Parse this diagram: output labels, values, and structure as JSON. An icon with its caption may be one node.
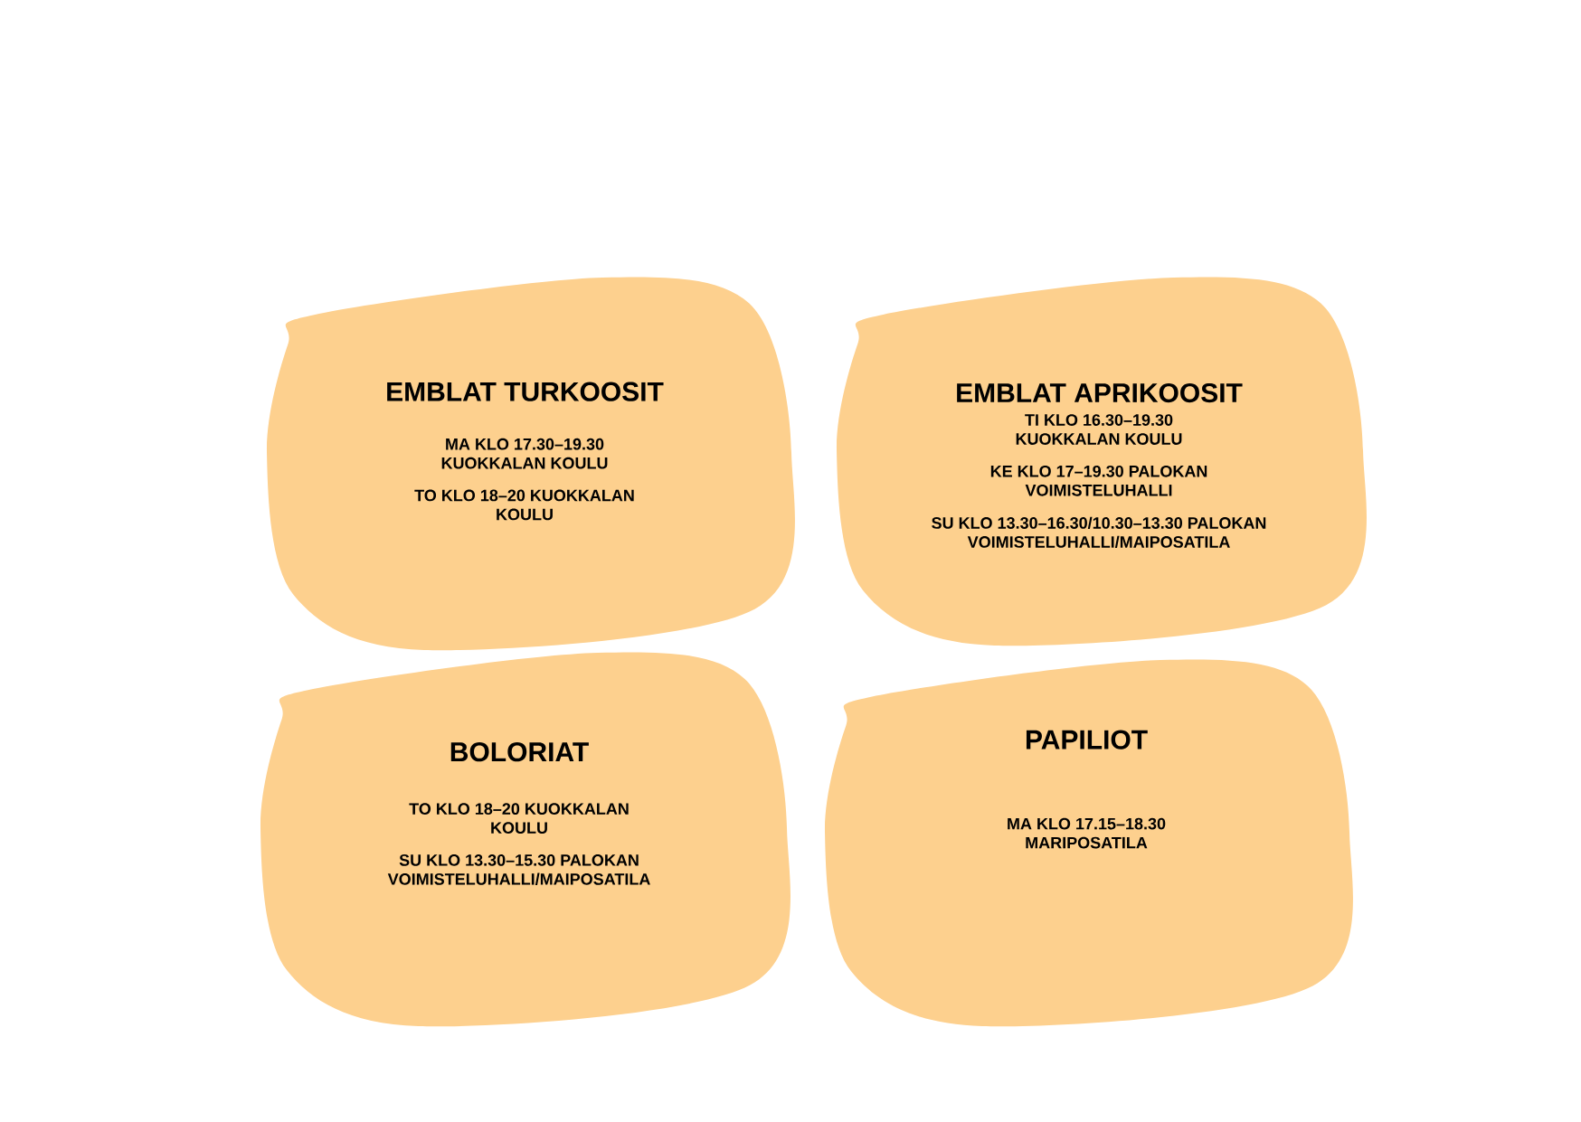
{
  "diagram": {
    "nodes": [
      {
        "text": [
          "EMBLAT TURKOOSIT",
          "MA KLO 17.30–19.30 KUOKKALAN KOULU",
          "TO KLO 18–20 KUOKKALAN KOULU"
        ]
      },
      {
        "text": [
          "EMBLAT APRIKOOSIT",
          "TI KLO 16.30–19.30 KUOKKALAN KOULU",
          "KE KLO 17–19.30 PALOKAN VOIMISTELUHALLI",
          "SU KLO 13.30–16.30/10.30–13.30 PALOKAN VOIMISTELUHALLI/MAIPOSATILA"
        ]
      },
      {
        "text": [
          "BOLORIAT",
          "TO KLO 18–20 KUOKKALAN KOULU",
          "SU KLO 13.30–15.30 PALOKAN VOIMISTELUHALLI/MAIPOSATILA"
        ]
      },
      {
        "text": [
          "PAPILIOT",
          "MA KLO 17.15–18.30 MARIPOSATILA"
        ]
      }
    ]
  }
}
